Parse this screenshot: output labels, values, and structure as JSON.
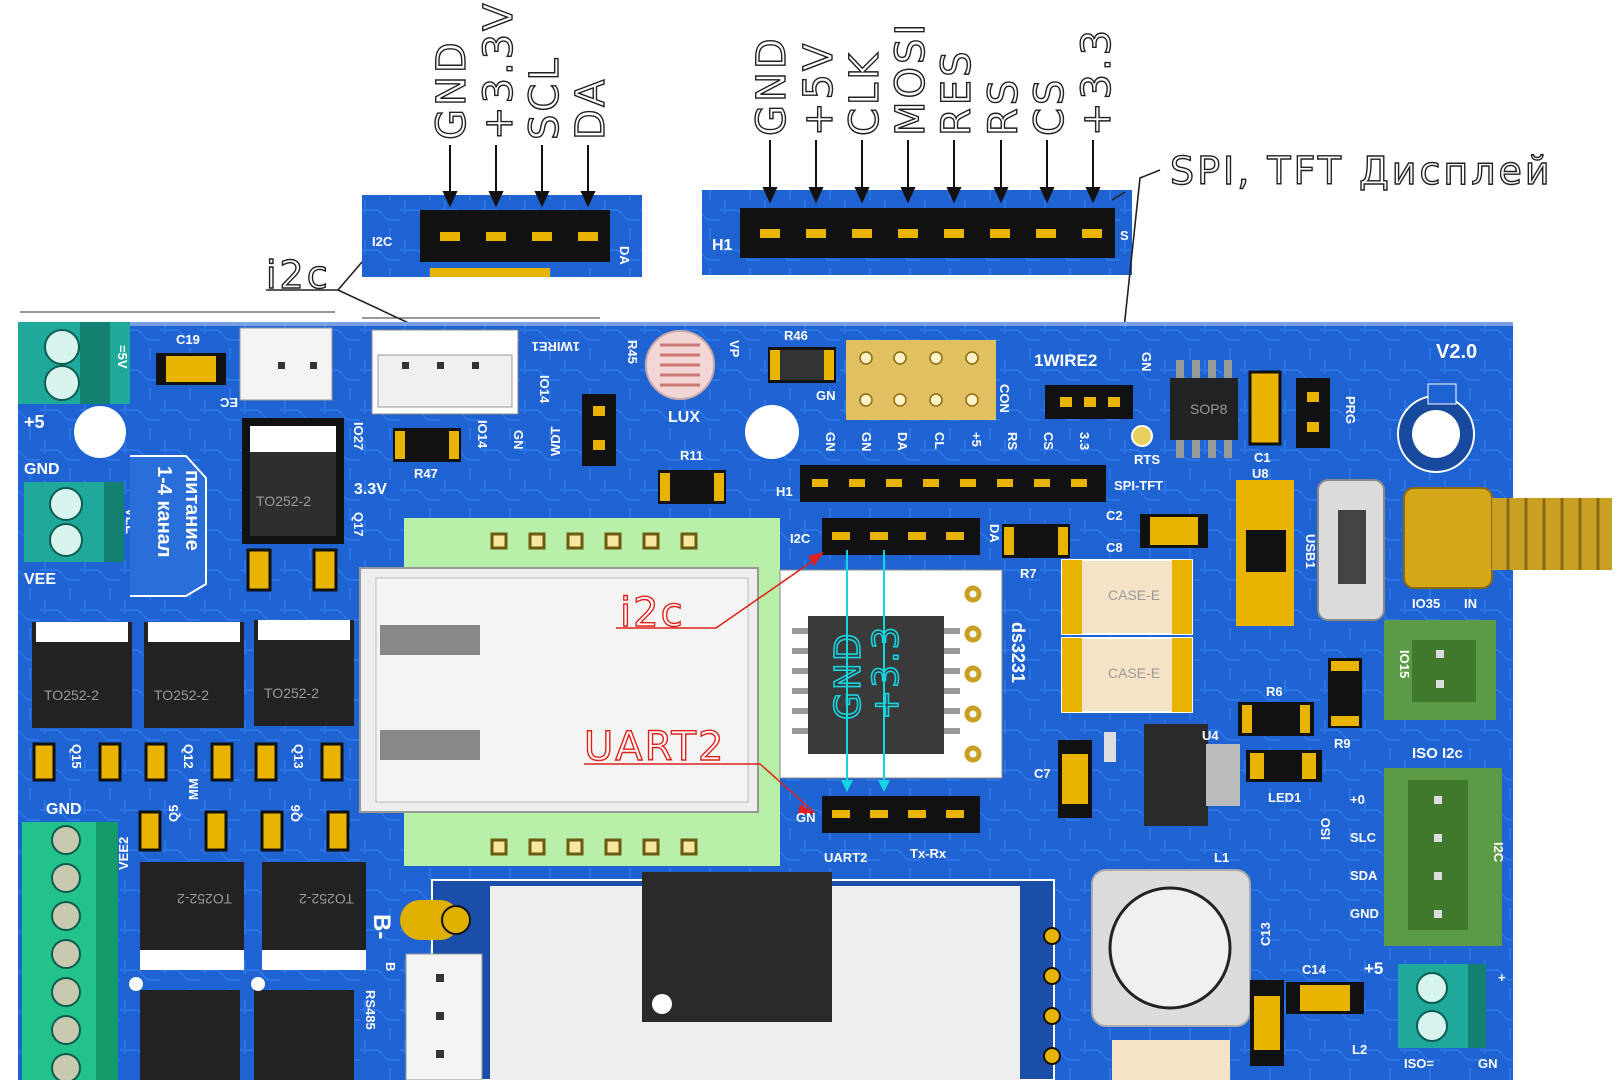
{
  "top_headers": {
    "i2c_pins": [
      "GND",
      "+3.3V",
      "SCL",
      "DA"
    ],
    "i2c_side_label": "I2C",
    "i2c_right_label": "DA",
    "spi_pins": [
      "GND",
      "+5V",
      "CLK",
      "MOSI",
      "RES",
      "RS",
      "CS",
      "+3.3"
    ],
    "spi_side_label": "H1",
    "spi_right_label": "S"
  },
  "annotations": {
    "i2c": "i2c",
    "spi_tft": "SPI, TFT Дисплей",
    "i2c_red": "i2c",
    "uart2_red": "UART2",
    "rtc_gnd": "GND",
    "rtc_33": "+3.3"
  },
  "board": {
    "version": "V2.0",
    "labels": {
      "plus5_top": "+5",
      "eq5v": "=5V",
      "c19": "C19",
      "ec": "EC",
      "wire1": "1WIRE1",
      "io14": "IO14",
      "r45": "R45",
      "vp": "VP",
      "lux": "LUX",
      "r46": "R46",
      "gn": "GN",
      "con": "CON",
      "wire2": "1WIRE2",
      "sop8": "SOP8",
      "prg": "PRG",
      "gnd_left": "GND",
      "pitanie": "питание",
      "kanal": "1-4 канал",
      "vee_small": "VEE",
      "vee": "VEE",
      "to252_a": "TO252-2",
      "q17": "Q17",
      "io27": "IO27",
      "v33": "3.3V",
      "r47": "R47",
      "io14b": "IO14",
      "wdt": "WDT",
      "r11": "R11",
      "h1": "H1",
      "spi_tft": "SPI-TFT",
      "gn2": "GN",
      "gn3": "GN",
      "da": "DA",
      "cl": "CL",
      "p5": "+5",
      "rs": "RS",
      "cs": "CS",
      "p33": "3.3",
      "rts": "RTS",
      "c1": "C1",
      "u8": "U8",
      "c2": "C2",
      "i2c_pcb": "I2C",
      "da_pcb": "DA",
      "r7": "R7",
      "c8": "C8",
      "case_e": "CASE-E",
      "usb1": "USB1",
      "io35": "IO35",
      "in": "IN",
      "io15": "IO15",
      "ds3231": "ds3231",
      "r6": "R6",
      "r9": "R9",
      "to252_b": "TO252-2",
      "to252_c": "TO252-2",
      "to252_d": "TO252-2",
      "q15": "Q15",
      "q12": "Q12",
      "q13": "Q13",
      "u4": "U4",
      "c7": "C7",
      "led1": "LED1",
      "iso_i2c": "ISO I2c",
      "gnd_bottom": "GND",
      "q5": "Q5",
      "q6": "Q6",
      "to252_e": "TO252-2",
      "to252_f": "TO252-2",
      "uart2_gn": "GN",
      "uart2": "UART2",
      "txrx": "Tx-Rx",
      "l1": "L1",
      "iso": "ISO",
      "p0": "+0",
      "slc": "SLC",
      "sda": "SDA",
      "gnd_iso": "GND",
      "b_minus": "B-",
      "b": "B",
      "rs485": "RS485",
      "c13": "C13",
      "c14": "C14",
      "plus5_b": "+5",
      "l2": "L2",
      "iso_eq": "ISO=",
      "gn_iso": "GN",
      "plus_sign": "+",
      "vee2": "VEE2",
      "mmm": "MM",
      "i2c_iso": "I2C"
    }
  },
  "colors": {
    "pcb_blue": "#1e5fcc",
    "pcb_dark": "#174a9e",
    "pin_gold": "#e8b400",
    "green_module": "#b9f0a9",
    "connector_green": "#5c9b45",
    "terminal_teal": "#1ea99a",
    "annotation_red": "#e0201a",
    "annotation_cyan": "#13d6e0"
  }
}
